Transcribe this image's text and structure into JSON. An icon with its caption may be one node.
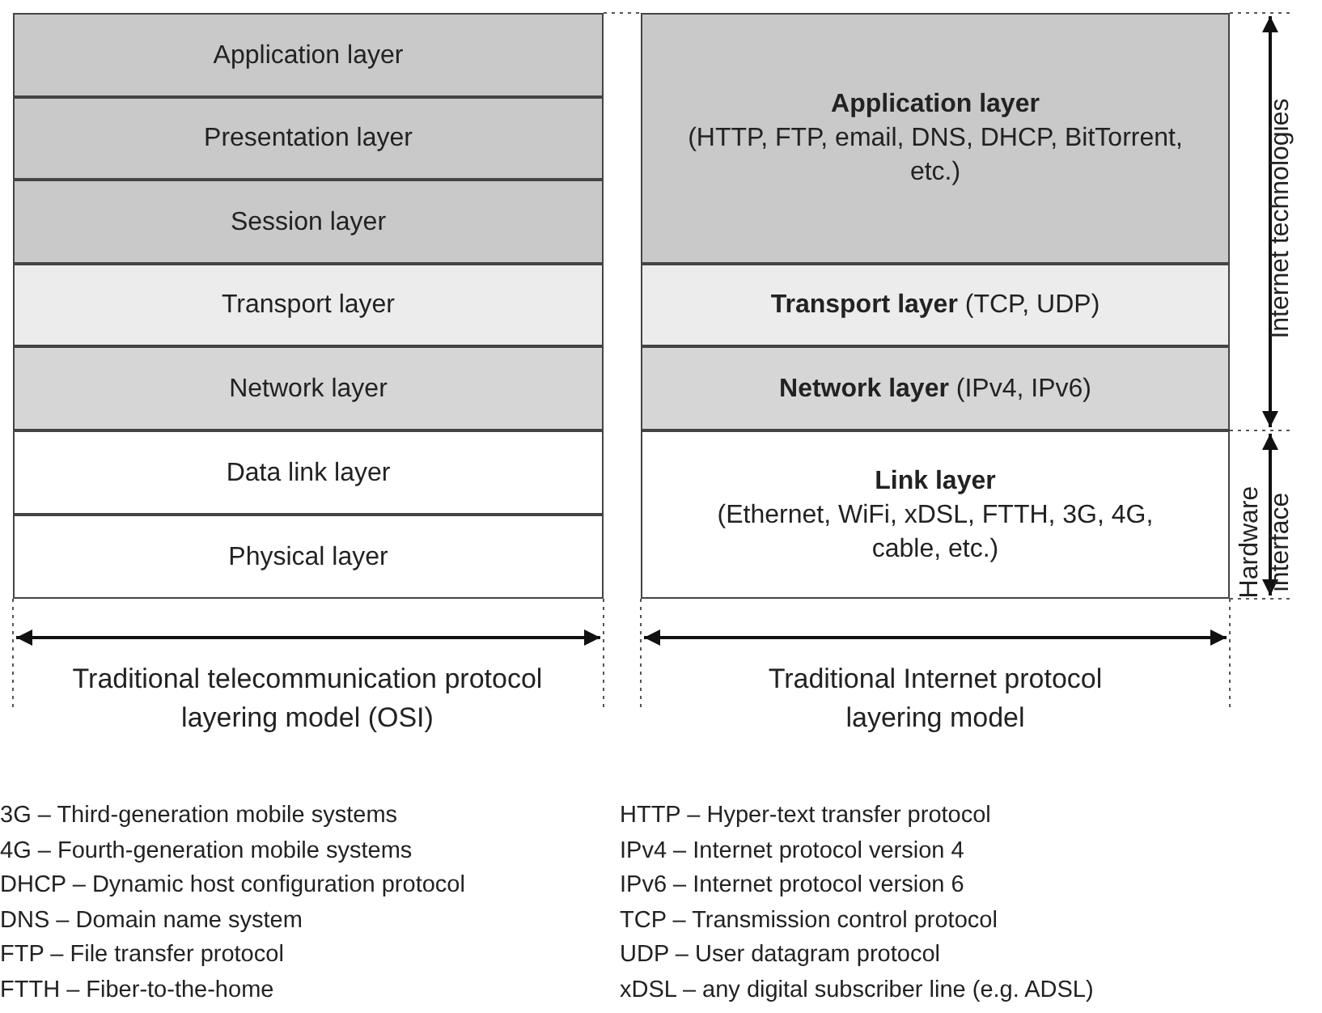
{
  "diagram": {
    "nodes": [
      {
        "text": [
          "Application layer"
        ]
      },
      {
        "text": [
          "Presentation layer"
        ]
      },
      {
        "text": [
          "Session layer"
        ]
      },
      {
        "text": [
          "Transport layer"
        ]
      },
      {
        "text": [
          "Network layer"
        ]
      },
      {
        "text": [
          "Data link layer"
        ]
      },
      {
        "text": [
          "Physical layer"
        ]
      },
      {
        "text": [
          "Application layer",
          "(HTTP, FTP, email, DNS, DHCP, BitTorrent, etc.)"
        ]
      },
      {
        "text": [
          "**Transport layer** (TCP, UDP)"
        ]
      },
      {
        "text": [
          "**Network layer** (IPv4, IPv6)"
        ]
      },
      {
        "text": [
          "Link layer",
          "(Ethernet, WiFi, xDSL, FTTH, 3G, 4G, cable, etc.)"
        ]
      }
    ],
    "labels": [
      "Internet technologies",
      "Hardware interface",
      "Traditional telecommunication protocol layering model (OSI)",
      "Traditional Internet protocol layering model",
      "3G – Third-generation mobile systems",
      "HTTP – Hyper-text transfer protocol",
      "4G – Fourth-generation mobile systems",
      "IPv4 – Internet protocol version 4",
      "DHCP – Dynamic host configuration protocol",
      "IPv6 – Internet protocol version 6",
      "DNS – Domain name system",
      "TCP – Transmission control protocol",
      "FTP – File transfer protocol",
      "UDP – User datagram protocol",
      "FTTH – Fiber-to-the-home",
      "xDSL – any digital subscriber line (e.g. ADSL)"
    ]
  }
}
